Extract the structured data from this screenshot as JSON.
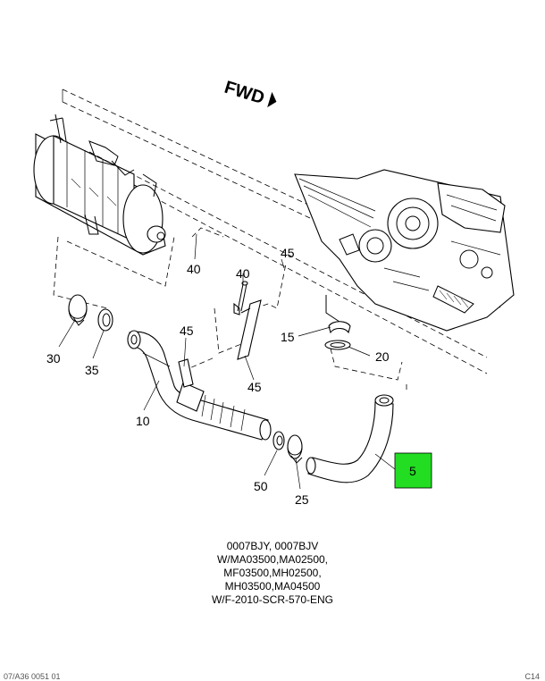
{
  "orientation_label": "FWD",
  "callouts": {
    "c5": "5",
    "c10": "10",
    "c15": "15",
    "c20": "20",
    "c25": "25",
    "c30": "30",
    "c35": "35",
    "c40a": "40",
    "c40b": "40",
    "c45a": "45",
    "c45b": "45",
    "c45c": "45",
    "c50": "50"
  },
  "highlight_color": "#22dd22",
  "notes": [
    "0007BJY, 0007BJV",
    "W/MA03500,MA02500,",
    "MF03500,MH02500,",
    "MH03500,MA04500",
    "W/F-2010-SCR-570-ENG"
  ],
  "footer": {
    "left": "07/A36 0051 01",
    "right": "C14"
  }
}
